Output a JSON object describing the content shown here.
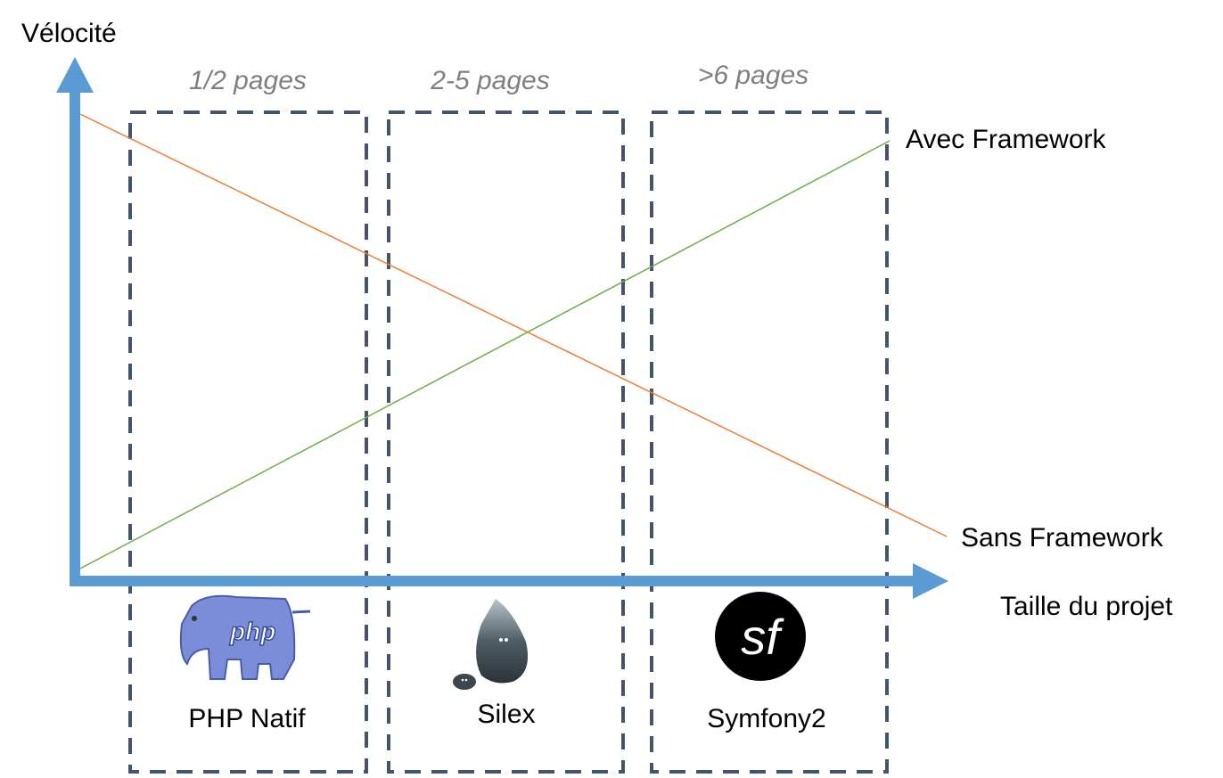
{
  "axes": {
    "y_label": "Vélocité",
    "x_label": "Taille du projet",
    "axis_color": "#5B9BD5"
  },
  "series": [
    {
      "name": "Avec Framework",
      "color": "#70AD47",
      "trend": "increasing"
    },
    {
      "name": "Sans Framework",
      "color": "#ED7D31",
      "trend": "decreasing"
    }
  ],
  "categories": [
    {
      "range": "1/2 pages",
      "tool": "PHP Natif",
      "logo": "php-elephant-logo"
    },
    {
      "range": "2-5 pages",
      "tool": "Silex",
      "logo": "silex-stone-logo"
    },
    {
      "range": ">6 pages",
      "tool": "Symfony2",
      "logo": "symfony-sf-logo"
    }
  ],
  "box_color": "#44546A"
}
